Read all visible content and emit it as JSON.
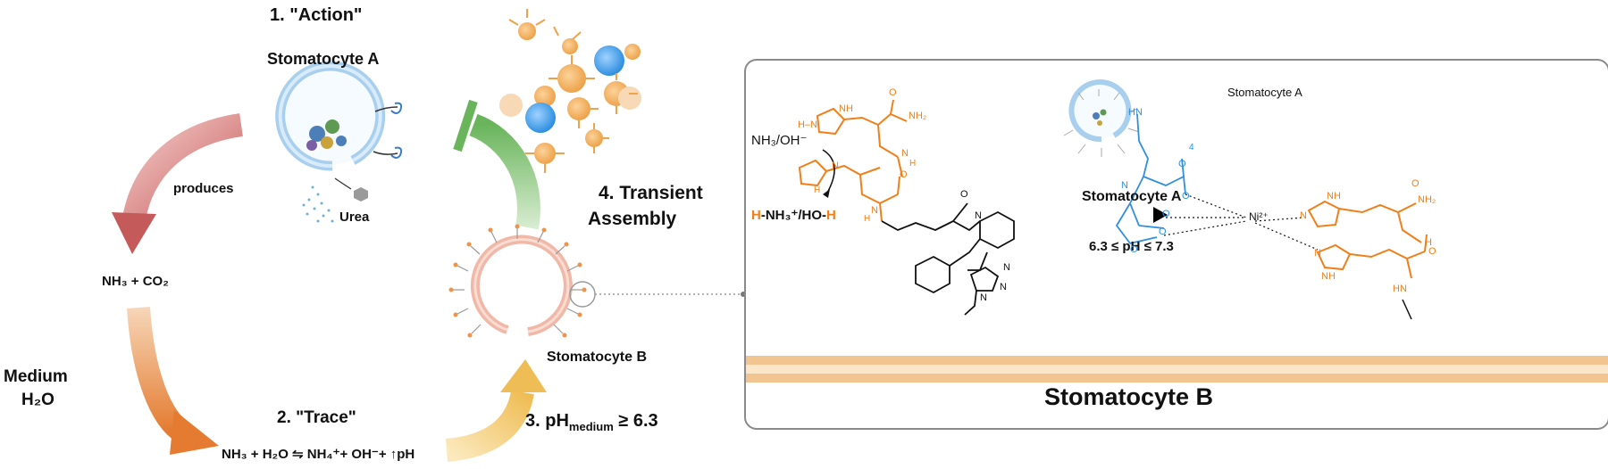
{
  "left": {
    "step1": "1.  \"Action\"",
    "stomatocyte_a": "Stomatocyte A",
    "produces": "produces",
    "urea": "Urea",
    "nh3_co2": "NH₃ + CO₂",
    "medium": "Medium",
    "h2o": "H₂O",
    "step2": "2. \"Trace\"",
    "equation": "NH₃ + H₂O ⇋ NH₄⁺+ OH⁻+ ↑pH",
    "step3_prefix": "3. pH",
    "step3_sub": "medium",
    "step3_suffix": " ≥ 6.3",
    "stomatocyte_b": "Stomatocyte B",
    "step4_line1": "4. Transient",
    "step4_line2": "Assembly"
  },
  "panel": {
    "nh3oh": "NH₃/OH⁻",
    "protonated_h1": "H",
    "protonated_mid": "-NH₃⁺/HO-",
    "protonated_h2": "H",
    "arrow_label": "Stomatocyte A",
    "ph_range": "6.3 ≤ pH ≤ 7.3",
    "stomatocyte_a_label": "Stomatocyte A",
    "ni_label": "Ni²⁺",
    "bottom_title": "Stomatocyte B",
    "chem_labels": {
      "h_n_plus": "H–N",
      "nh_top": "NH",
      "nh2_top": "NH₂",
      "o_top": "O",
      "n_h_1": "N",
      "h_1": "H",
      "hn_2": "N",
      "h_2": "H",
      "n_h_3": "N",
      "h_3": "H",
      "o_mid": "O",
      "o_mid2": "O",
      "n_ring": "N",
      "n_tri1": "N",
      "n_tri2": "N",
      "n_tri3": "N",
      "hn_blue": "HN",
      "four": "4",
      "n_blue": "N",
      "o_blue1": "O",
      "o_blue2": "O",
      "o_blue3": "O",
      "o_blue4": "O",
      "o_blue5": "O",
      "nh_r1": "NH",
      "nh2_r": "NH₂",
      "o_r": "O",
      "n_r1": "N",
      "nh_r2": "H",
      "n_r2": "N",
      "nh_r3": "NH",
      "o_r2": "O",
      "hn_r": "HN"
    }
  },
  "colors": {
    "orange": "#f07f1a",
    "blue": "#2f8fe0",
    "arrow_red": "#c85a5a",
    "arrow_orange": "#ea8a3c",
    "arrow_yellow": "#f0c160",
    "arrow_green": "#7fc072"
  }
}
